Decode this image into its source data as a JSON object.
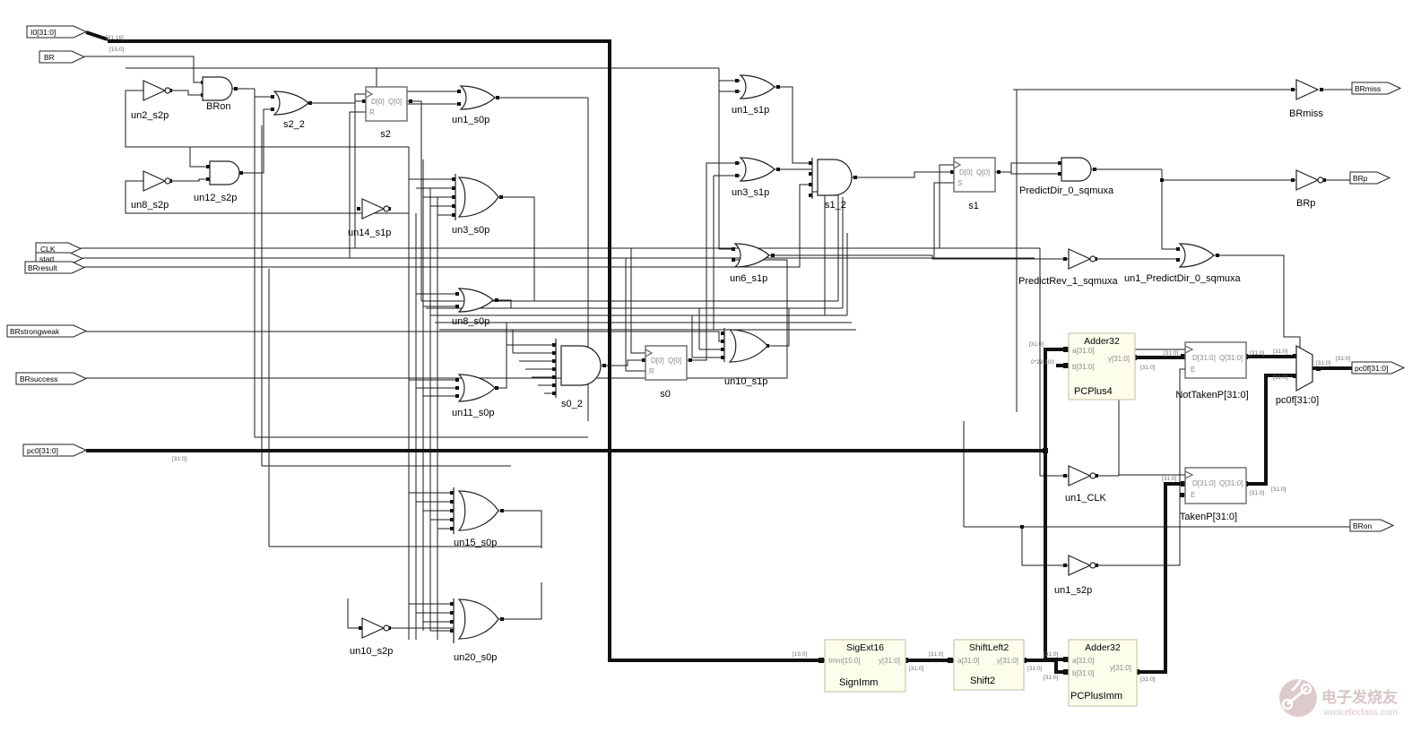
{
  "ports": {
    "in": {
      "i0": "I0[31:0]",
      "br": "BR",
      "clk": "CLK",
      "start": "start",
      "brresult": "BRresult",
      "brstrongweak": "BRstrongweak",
      "brsuccess": "BRsuccess",
      "pc0": "pc0[31:0]"
    },
    "out": {
      "brmiss": "BRmiss",
      "brp": "BRp",
      "pc0f": "pc0f[31:0]",
      "bron": "BRon"
    }
  },
  "gates": {
    "un2_s2p": "un2_s2p",
    "BRon": "BRon",
    "s2_2": "s2_2",
    "un1_s0p": "un1_s0p",
    "un8_s2p": "un8_s2p",
    "un12_s2p": "un12_s2p",
    "un14_s1p": "un14_s1p",
    "un3_s0p": "un3_s0p",
    "un8_s0p": "un8_s0p",
    "un11_s0p": "un11_s0p",
    "s0_2": "s0_2",
    "un15_s0p": "un15_s0p",
    "un10_s2p": "un10_s2p",
    "un20_s0p": "un20_s0p",
    "un1_s1p": "un1_s1p",
    "un3_s1p": "un3_s1p",
    "s1_2": "s1_2",
    "un6_s1p": "un6_s1p",
    "un10_s1p": "un10_s1p",
    "PredictDir_0_sqmuxa": "PredictDir_0_sqmuxa",
    "PredictRev_1_sqmuxa": "PredictRev_1_sqmuxa",
    "un1_PredictDir_0_sqmuxa": "un1_PredictDir_0_sqmuxa",
    "BRmiss": "BRmiss",
    "BRp": "BRp",
    "un1_CLK": "un1_CLK",
    "un1_s2p": "un1_s2p"
  },
  "flipflops": {
    "s2": {
      "label": "s2",
      "d": "D[0]",
      "q": "Q[0]",
      "ctrl": "R"
    },
    "s1": {
      "label": "s1",
      "d": "D[0]",
      "q": "Q[0]",
      "ctrl": "S"
    },
    "s0": {
      "label": "s0",
      "d": "D[0]",
      "q": "Q[0]",
      "ctrl": "R"
    },
    "nottakenp": {
      "label": "NotTakenP[31:0]",
      "d": "D[31:0]",
      "q": "Q[31:0]",
      "ctrl": "E"
    },
    "takenp": {
      "label": "TakenP[31:0]",
      "d": "D[31:0]",
      "q": "Q[31:0]",
      "ctrl": "E"
    }
  },
  "blocks": {
    "signimm": {
      "type": "SigExt16",
      "in": "Imm[15:0]",
      "out": "y[31:0]",
      "label": "SignImm"
    },
    "shift2": {
      "type": "ShiftLeft2",
      "in": "a[31:0]",
      "out": "y[31:0]",
      "label": "Shift2"
    },
    "pcplus4": {
      "type": "Adder32",
      "a": "a[31:0]",
      "b": "b[31:0]",
      "y": "y[31:0]",
      "label": "PCPlus4"
    },
    "pcplusimm": {
      "type": "Adder32",
      "a": "a[31:0]",
      "b": "b[31:0]",
      "y": "y[31:0]",
      "label": "PCPlusImm"
    }
  },
  "mux": {
    "label": "pc0f[31:0]"
  },
  "bus": {
    "hi": "[31:16]",
    "lo": "[15:0]",
    "b31": "[31:0]",
    "imm": "[15:0]",
    "const4": "0*29,100"
  },
  "watermark": {
    "brand": "电子发烧友",
    "site": "www.elecfans.com"
  },
  "colors": {
    "block_fill": "#fdfdeb",
    "wire": "#1a1a1a",
    "watermark": "#d9c6c6"
  }
}
